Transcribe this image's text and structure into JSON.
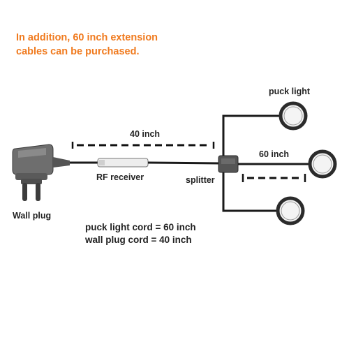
{
  "note": {
    "line1": "In addition, 60 inch extension",
    "line2": "cables can be purchased."
  },
  "labels": {
    "puck_light": "puck light",
    "distance_40": "40 inch",
    "distance_60": "60 inch",
    "rf_receiver": "RF receiver",
    "splitter": "splitter",
    "wall_plug": "Wall plug"
  },
  "cords": {
    "line1": "puck light cord = 60 inch",
    "line2": "wall plug cord = 40 inch"
  },
  "colors": {
    "note": "#f07a1e",
    "text": "#222222",
    "cable": "#1a1a1a",
    "puck_ring": "#2b2b2b",
    "adapter": "#6e6e6e"
  }
}
